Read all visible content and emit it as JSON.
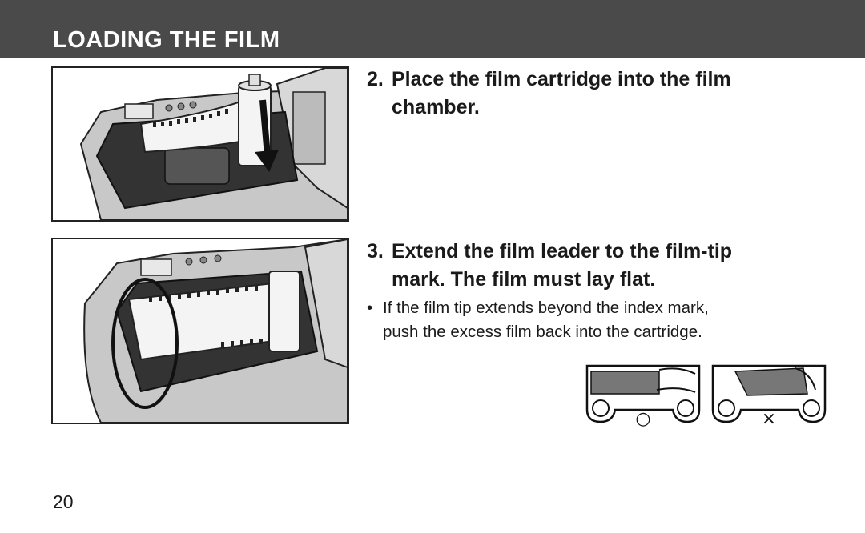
{
  "header": {
    "title": "LOADING THE FILM"
  },
  "steps": [
    {
      "number": "2.",
      "line1": "Place the film cartridge into the film",
      "line2": "chamber."
    },
    {
      "number": "3.",
      "line1": "Extend the film leader to the film-tip",
      "line2": "mark. The film must lay flat."
    }
  ],
  "note": {
    "bullet": "•",
    "line1": "If the film tip extends beyond the index mark,",
    "line2": "push the excess film back into the cartridge."
  },
  "diagram": {
    "correct_symbol": "○",
    "incorrect_symbol": "×"
  },
  "page": {
    "number": "20"
  },
  "colors": {
    "header_bg": "#4a4a4a",
    "header_text": "#ffffff",
    "body_gray": "#c8c8c8"
  }
}
